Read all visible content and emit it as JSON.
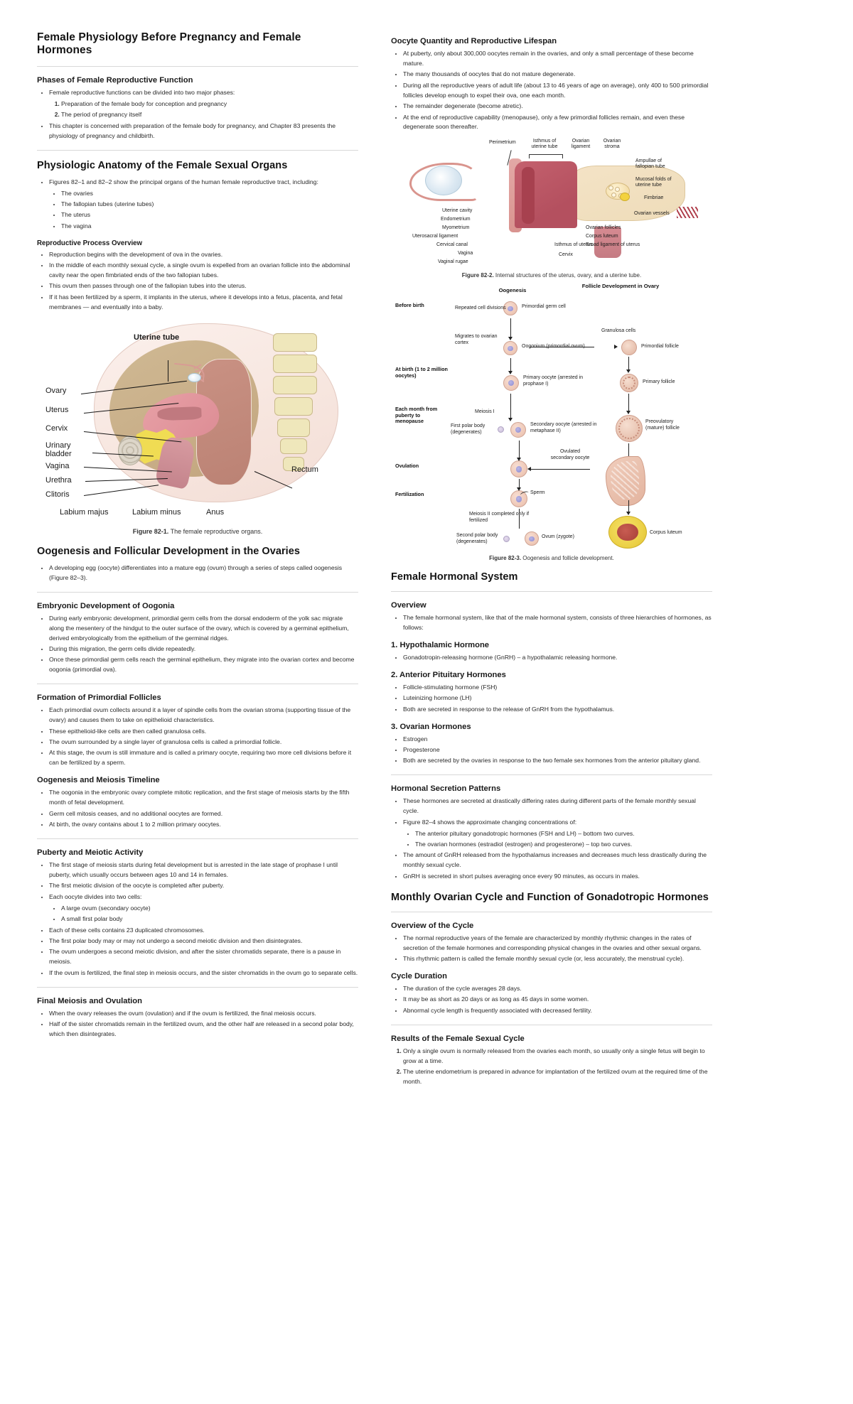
{
  "document": {
    "title": "Female Physiology Before Pregnancy and Female Hormones"
  },
  "left_column": {
    "sections": [
      {
        "id": "phases",
        "heading": "Phases of Female Reproductive Function",
        "heading_level": "sub",
        "items": [
          {
            "type": "bullet",
            "text": "Female reproductive functions can be divided into two major phases:"
          },
          {
            "type": "numbered",
            "number": "1.",
            "text": "Preparation of the female body for conception and pregnancy"
          },
          {
            "type": "numbered",
            "number": "2.",
            "text": "The period of pregnancy itself"
          },
          {
            "type": "bullet",
            "text": "This chapter is concerned with preparation of the female body for pregnancy, and Chapter 83 presents the physiology of pregnancy and childbirth."
          }
        ]
      },
      {
        "id": "anatomy",
        "heading": "Physiologic Anatomy of the Female Sexual Organs",
        "heading_level": "sec",
        "items": [
          {
            "type": "bullet",
            "text": "Figures 82–1 and 82–2 show the principal organs of the human female reproductive tract, including:"
          },
          {
            "type": "subbullet",
            "text": "The ovaries"
          },
          {
            "type": "subbullet",
            "text": "The fallopian tubes (uterine tubes)"
          },
          {
            "type": "subbullet",
            "text": "The uterus"
          },
          {
            "type": "subbullet",
            "text": "The vagina"
          }
        ]
      },
      {
        "id": "repro-process",
        "heading": "Reproductive Process Overview",
        "heading_level": "subsub",
        "items": [
          {
            "type": "bullet",
            "text": "Reproduction begins with the development of ova in the ovaries."
          },
          {
            "type": "bullet",
            "text": "In the middle of each monthly sexual cycle, a single ovum is expelled from an ovarian follicle into the abdominal cavity near the open fimbriated ends of the two fallopian tubes."
          },
          {
            "type": "bullet",
            "text": "This ovum then passes through one of the fallopian tubes into the uterus."
          },
          {
            "type": "bullet",
            "text": "If it has been fertilized by a sperm, it implants in the uterus, where it develops into a fetus, placenta, and fetal membranes — and eventually into a baby."
          }
        ]
      },
      {
        "id": "oogenesis-follicular",
        "heading": "Oogenesis and Follicular Development in the Ovaries",
        "heading_level": "sec",
        "items": [
          {
            "type": "bullet",
            "text": "A developing egg (oocyte) differentiates into a mature egg (ovum) through a series of steps called oogenesis (Figure 82–3)."
          }
        ]
      },
      {
        "id": "embryonic-oogonia",
        "heading": "Embryonic Development of Oogonia",
        "heading_level": "sub",
        "items": [
          {
            "type": "bullet",
            "text": "During early embryonic development, primordial germ cells from the dorsal endoderm of the yolk sac migrate along the mesentery of the hindgut to the outer surface of the ovary, which is covered by a germinal epithelium, derived embryologically from the epithelium of the germinal ridges."
          },
          {
            "type": "bullet",
            "text": "During this migration, the germ cells divide repeatedly."
          },
          {
            "type": "bullet",
            "text": "Once these primordial germ cells reach the germinal epithelium, they migrate into the ovarian cortex and become oogonia (primordial ova)."
          }
        ]
      },
      {
        "id": "primordial-follicles",
        "heading": "Formation of Primordial Follicles",
        "heading_level": "sub",
        "items": [
          {
            "type": "bullet",
            "text": "Each primordial ovum collects around it a layer of spindle cells from the ovarian stroma (supporting tissue of the ovary) and causes them to take on epithelioid characteristics."
          },
          {
            "type": "bullet",
            "text": "These epithelioid-like cells are then called granulosa cells."
          },
          {
            "type": "bullet",
            "text": "The ovum surrounded by a single layer of granulosa cells is called a primordial follicle."
          },
          {
            "type": "bullet",
            "text": "At this stage, the ovum is still immature and is called a primary oocyte, requiring two more cell divisions before it can be fertilized by a sperm."
          }
        ]
      },
      {
        "id": "meiosis-timeline",
        "heading": "Oogenesis and Meiosis Timeline",
        "heading_level": "sub",
        "items": [
          {
            "type": "bullet",
            "text": "The oogonia in the embryonic ovary complete mitotic replication, and the first stage of meiosis starts by the fifth month of fetal development."
          },
          {
            "type": "bullet",
            "text": "Germ cell mitosis ceases, and no additional oocytes are formed."
          },
          {
            "type": "bullet",
            "text": "At birth, the ovary contains about 1 to 2 million primary oocytes."
          }
        ]
      },
      {
        "id": "puberty-meiotic",
        "heading": "Puberty and Meiotic Activity",
        "heading_level": "sub",
        "items": [
          {
            "type": "bullet",
            "text": "The first stage of meiosis starts during fetal development but is arrested in the late stage of prophase I until puberty, which usually occurs between ages 10 and 14 in females."
          },
          {
            "type": "bullet",
            "text": "The first meiotic division of the oocyte is completed after puberty."
          },
          {
            "type": "bullet",
            "text": "Each oocyte divides into two cells:"
          },
          {
            "type": "subbullet",
            "text": "A large ovum (secondary oocyte)"
          },
          {
            "type": "subbullet",
            "text": "A small first polar body"
          },
          {
            "type": "bullet",
            "text": "Each of these cells contains 23 duplicated chromosomes."
          },
          {
            "type": "bullet",
            "text": "The first polar body may or may not undergo a second meiotic division and then disintegrates."
          },
          {
            "type": "bullet",
            "text": "The ovum undergoes a second meiotic division, and after the sister chromatids separate, there is a pause in meiosis."
          },
          {
            "type": "bullet",
            "text": "If the ovum is fertilized, the final step in meiosis occurs, and the sister chromatids in the ovum go to separate cells."
          }
        ]
      },
      {
        "id": "final-meiosis",
        "heading": "Final Meiosis and Ovulation",
        "heading_level": "sub",
        "items": [
          {
            "type": "bullet",
            "text": "When the ovary releases the ovum (ovulation) and if the ovum is fertilized, the final meiosis occurs."
          },
          {
            "type": "bullet",
            "text": "Half of the sister chromatids remain in the fertilized ovum, and the other half are released in a second polar body, which then disintegrates."
          }
        ]
      }
    ],
    "figure_82_1": {
      "caption_number": "Figure 82-1.",
      "caption_text": "The female reproductive organs.",
      "labels": [
        "Uterine tube",
        "Ovary",
        "Uterus",
        "Cervix",
        "Urinary bladder",
        "Vagina",
        "Urethra",
        "Clitoris",
        "Rectum",
        "Labium majus",
        "Labium minus",
        "Anus"
      ]
    }
  },
  "right_column": {
    "sections": [
      {
        "id": "oocyte-quantity",
        "heading": "Oocyte Quantity and Reproductive Lifespan",
        "heading_level": "sub",
        "items": [
          {
            "type": "bullet",
            "text": "At puberty, only about 300,000 oocytes remain in the ovaries, and only a small percentage of these become mature."
          },
          {
            "type": "bullet",
            "text": "The many thousands of oocytes that do not mature degenerate."
          },
          {
            "type": "bullet",
            "text": "During all the reproductive years of adult life (about 13 to 46 years of age on average), only 400 to 500 primordial follicles develop enough to expel their ova, one each month."
          },
          {
            "type": "bullet",
            "text": "The remainder degenerate (become atretic)."
          },
          {
            "type": "bullet",
            "text": "At the end of reproductive capability (menopause), only a few primordial follicles remain, and even these degenerate soon thereafter."
          }
        ]
      },
      {
        "id": "female-hormonal-system",
        "heading": "Female Hormonal System",
        "heading_level": "sec",
        "items": []
      },
      {
        "id": "hormone-overview",
        "heading": "Overview",
        "heading_level": "sub",
        "items": [
          {
            "type": "bullet",
            "text": "The female hormonal system, like that of the male hormonal system, consists of three hierarchies of hormones, as follows:"
          }
        ]
      },
      {
        "id": "hypothalamic-hormone",
        "heading": "1. Hypothalamic Hormone",
        "heading_level": "sub",
        "items": [
          {
            "type": "bullet",
            "text": "Gonadotropin-releasing hormone (GnRH) – a hypothalamic releasing hormone."
          }
        ]
      },
      {
        "id": "anterior-pituitary-hormones",
        "heading": "2. Anterior Pituitary Hormones",
        "heading_level": "sub",
        "items": [
          {
            "type": "bullet",
            "text": "Follicle-stimulating hormone (FSH)"
          },
          {
            "type": "bullet",
            "text": "Luteinizing hormone (LH)"
          },
          {
            "type": "bullet",
            "text": "Both are secreted in response to the release of GnRH from the hypothalamus."
          }
        ]
      },
      {
        "id": "ovarian-hormones",
        "heading": "3. Ovarian Hormones",
        "heading_level": "sub",
        "items": [
          {
            "type": "bullet",
            "text": "Estrogen"
          },
          {
            "type": "bullet",
            "text": "Progesterone"
          },
          {
            "type": "bullet",
            "text": "Both are secreted by the ovaries in response to the two female sex hormones from the anterior pituitary gland."
          }
        ]
      },
      {
        "id": "hormonal-secretion-patterns",
        "heading": "Hormonal Secretion Patterns",
        "heading_level": "sub",
        "items": [
          {
            "type": "bullet",
            "text": "These hormones are secreted at drastically differing rates during different parts of the female monthly sexual cycle."
          },
          {
            "type": "bullet",
            "text": "Figure 82–4 shows the approximate changing concentrations of:"
          },
          {
            "type": "subbullet",
            "text": "The anterior pituitary gonadotropic hormones (FSH and LH) – bottom two curves."
          },
          {
            "type": "subbullet",
            "text": "The ovarian hormones (estradiol (estrogen) and progesterone) – top two curves."
          },
          {
            "type": "bullet",
            "text": "The amount of GnRH released from the hypothalamus increases and decreases much less drastically during the monthly sexual cycle."
          },
          {
            "type": "bullet",
            "text": "GnRH is secreted in short pulses averaging once every 90 minutes, as occurs in males."
          }
        ]
      },
      {
        "id": "monthly-ovarian-cycle",
        "heading": "Monthly Ovarian Cycle and Function of Gonadotropic Hormones",
        "heading_level": "sec",
        "items": []
      },
      {
        "id": "overview-of-cycle",
        "heading": "Overview of the Cycle",
        "heading_level": "sub",
        "items": [
          {
            "type": "bullet",
            "text": "The normal reproductive years of the female are characterized by monthly rhythmic changes in the rates of secretion of the female hormones and corresponding physical changes in the ovaries and other sexual organs."
          },
          {
            "type": "bullet",
            "text": "This rhythmic pattern is called the female monthly sexual cycle (or, less accurately, the menstrual cycle)."
          }
        ]
      },
      {
        "id": "cycle-duration",
        "heading": "Cycle Duration",
        "heading_level": "sub",
        "items": [
          {
            "type": "bullet",
            "text": "The duration of the cycle averages 28 days."
          },
          {
            "type": "bullet",
            "text": "It may be as short as 20 days or as long as 45 days in some women."
          },
          {
            "type": "bullet",
            "text": "Abnormal cycle length is frequently associated with decreased fertility."
          }
        ]
      },
      {
        "id": "results-female-cycle",
        "heading": "Results of the Female Sexual Cycle",
        "heading_level": "sub",
        "items": [
          {
            "type": "numbered",
            "number": "1.",
            "text": "Only a single ovum is normally released from the ovaries each month, so usually only a single fetus will begin to grow at a time."
          },
          {
            "type": "numbered",
            "number": "2.",
            "text": "The uterine endometrium is prepared in advance for implantation of the fertilized ovum at the required time of the month."
          }
        ]
      }
    ],
    "figure_82_2": {
      "caption_number": "Figure 82-2.",
      "caption_text": "Internal structures of the uterus, ovary, and a uterine tube.",
      "labels": [
        "Perimetrium",
        "Isthmus of uterine tube",
        "Ovarian ligament",
        "Ovarian stroma",
        "Ampullae of fallopian tube",
        "Mucosal folds of uterine tube",
        "Fimbriae",
        "Ovarian vessels",
        "Uterine cavity",
        "Endometrium",
        "Myometrium",
        "Uterosacral ligament",
        "Cervical canal",
        "Vagina",
        "Vaginal rugae",
        "Isthmus of uterus",
        "Cervix",
        "Ovarian follicles",
        "Corpus luteum",
        "Broad ligament of uterus"
      ]
    },
    "figure_82_3": {
      "caption_number": "Figure 82-3.",
      "caption_text": "Oogenesis and follicle development.",
      "column_headings": [
        "Oogenesis",
        "Follicle Development in Ovary"
      ],
      "stages": [
        "Before birth",
        "At birth (1 to 2 million oocytes)",
        "Each month from puberty to menopause",
        "Ovulation",
        "Fertilization"
      ],
      "labels": [
        "Primordial germ cell",
        "Repeated cell divisions",
        "Migrates to ovarian cortex",
        "Oogonium (primordial ovum)",
        "Granulosa cells",
        "Primordial follicle",
        "Primary oocyte (arrested in prophase I)",
        "Primary follicle",
        "Meiosis I",
        "First polar body (degenerates)",
        "Secondary oocyte (arrested in metaphase II)",
        "Preovulatory (mature) follicle",
        "Ovulated secondary oocyte",
        "Sperm",
        "Meiosis II completed only if fertilized",
        "Second polar body (degenerates)",
        "Ovum (zygote)",
        "Corpus luteum"
      ]
    }
  }
}
